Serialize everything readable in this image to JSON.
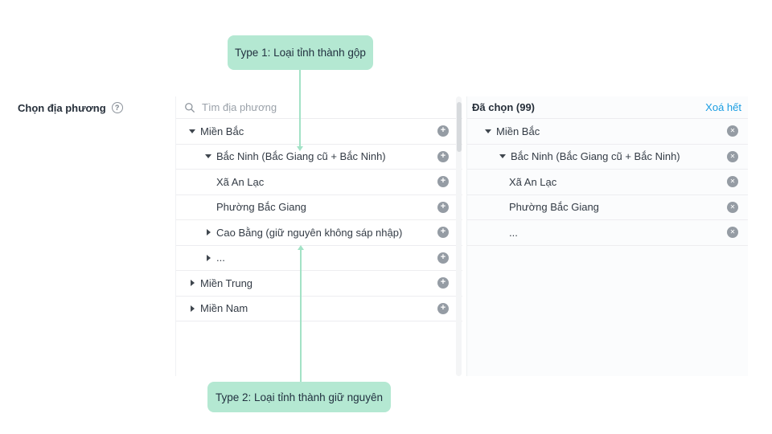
{
  "page": {
    "label": "Chọn địa phương"
  },
  "annotations": {
    "type1": "Type 1: Loại tỉnh thành gộp",
    "type2": "Type 2: Loại tỉnh thành giữ nguyên"
  },
  "search": {
    "placeholder": "Tìm địa phương"
  },
  "left_tree": [
    {
      "label": "Miền Bắc",
      "level": 0,
      "caret": "down"
    },
    {
      "label": "Bắc Ninh (Bắc Giang cũ + Bắc Ninh)",
      "level": 1,
      "caret": "down"
    },
    {
      "label": "Xã An Lạc",
      "level": 2,
      "caret": "none"
    },
    {
      "label": "Phường Bắc Giang",
      "level": 2,
      "caret": "none"
    },
    {
      "label": "Cao Bằng (giữ nguyên không sáp nhập)",
      "level": 1,
      "caret": "right"
    },
    {
      "label": "...",
      "level": 1,
      "caret": "right"
    },
    {
      "label": "Miền Trung",
      "level": 0,
      "caret": "right"
    },
    {
      "label": "Miền Nam",
      "level": 0,
      "caret": "right"
    }
  ],
  "selected_panel": {
    "title": "Đã chọn (99)",
    "clear_all": "Xoá hết",
    "items": [
      {
        "label": "Miền Bắc",
        "level": 0,
        "caret": "down"
      },
      {
        "label": "Bắc Ninh (Bắc Giang cũ + Bắc Ninh)",
        "level": 1,
        "caret": "down"
      },
      {
        "label": "Xã An Lạc",
        "level": 2,
        "caret": "none"
      },
      {
        "label": "Phường Bắc Giang",
        "level": 2,
        "caret": "none"
      },
      {
        "label": "...",
        "level": 2,
        "caret": "none"
      }
    ]
  },
  "icons": {
    "help": "question-circle",
    "search": "magnifier",
    "add": "plus-circle",
    "remove": "x-circle",
    "expanded": "caret-down",
    "collapsed": "caret-right"
  },
  "colors": {
    "tooltip_bg": "#b4e8d2",
    "annotation_line": "#a3e2c6",
    "link_blue": "#1a9de2",
    "button_gray": "#959ca4",
    "divider": "#ededf0",
    "row_text": "#333b45",
    "heading_text": "#262f3a"
  }
}
